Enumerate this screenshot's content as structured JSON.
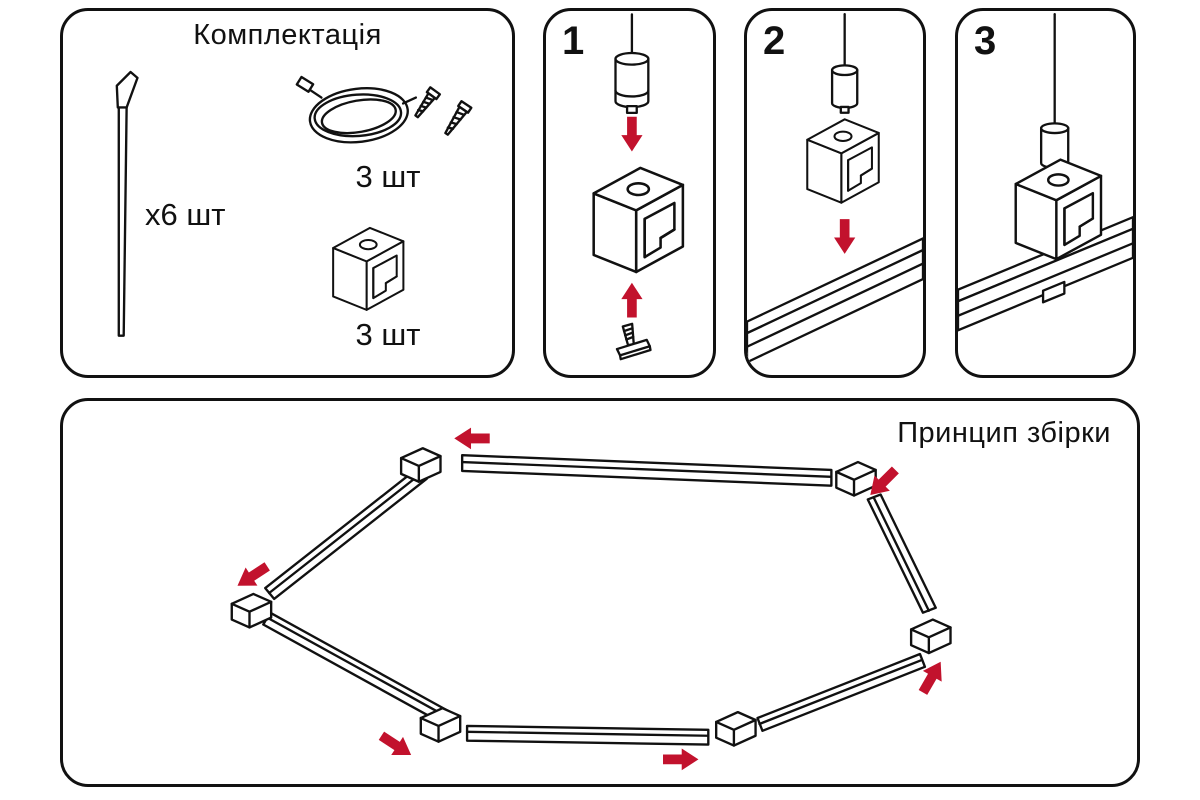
{
  "colors": {
    "accent": "#c2122d",
    "ink": "#111111",
    "background": "#ffffff"
  },
  "kit": {
    "title": "Комплектація",
    "rod_qty": "x6 шт",
    "cable_qty": "3 шт",
    "bracket_qty": "3 шт"
  },
  "steps": [
    {
      "number": "1"
    },
    {
      "number": "2"
    },
    {
      "number": "3"
    }
  ],
  "assembly": {
    "title": "Принцип збірки"
  }
}
